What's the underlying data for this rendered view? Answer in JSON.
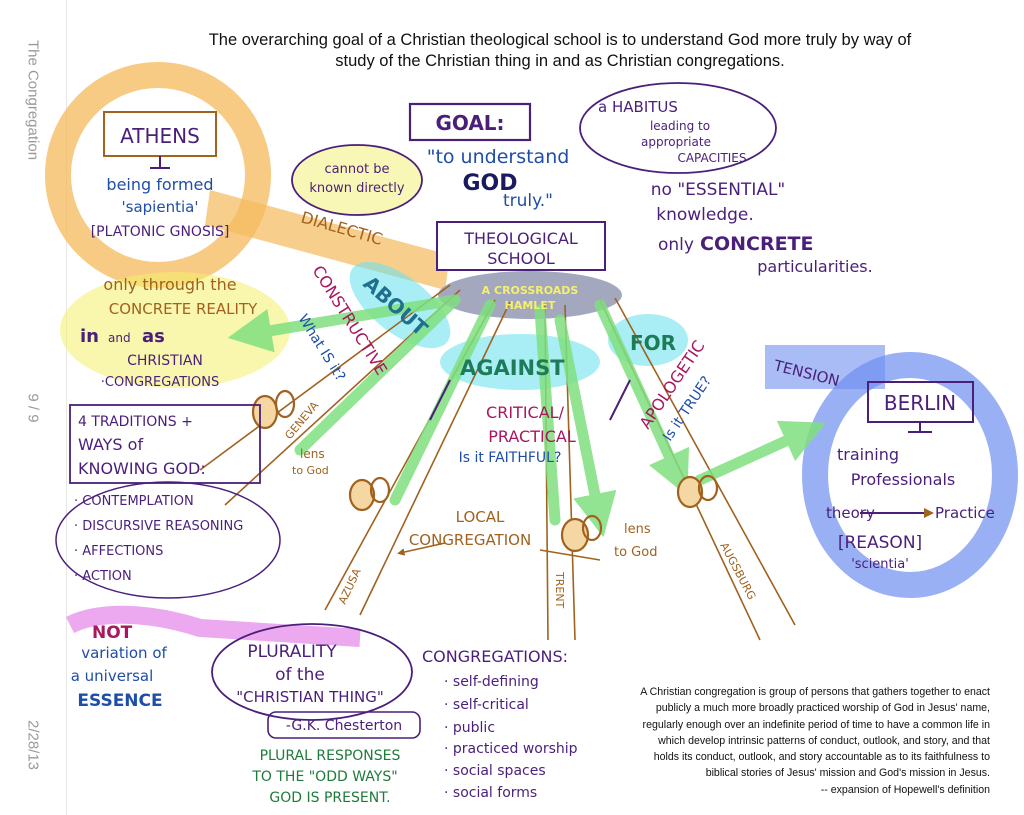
{
  "sidebar": {
    "title": "The Congregation",
    "page": "9 / 9",
    "date": "2/28/13"
  },
  "header": {
    "line1": "The overarching goal of a Christian theological school is to understand God more truly by way of",
    "line2": "study of the Christian thing in and as Christian congregations."
  },
  "colors": {
    "purple": "#4a1f7a",
    "orange": "#a0621e",
    "green": "#1e7b3a",
    "blue": "#1f4ea8",
    "magenta": "#a8175f",
    "orange_highlight": "#f5b95c",
    "yellow_highlight": "#f4f06b",
    "green_arrow": "#7fe07f",
    "blue_highlight": "#6f8ff0",
    "cyan_highlight": "#6fe2ef",
    "pink_highlight": "#e070e6"
  },
  "diagram": {
    "athens": {
      "label": "ATHENS",
      "line1": "being formed",
      "line2": "'sapientia'",
      "line3": "[PLATONIC GNOSIS]"
    },
    "berlin": {
      "label": "BERLIN",
      "line1": "training",
      "line2": "Professionals",
      "line3a": "theory",
      "line3b": "Practice",
      "line4": "[REASON]",
      "line5": "'scientia'"
    },
    "goal": {
      "label": "GOAL:",
      "line1": "\"to understand",
      "line2": "GOD",
      "line3": "truly.\""
    },
    "cloud_known": {
      "line1": "cannot be",
      "line2": "known directly"
    },
    "cloud_habitus": {
      "line1": "a HABITUS",
      "line2": "leading to",
      "line3": "appropriate",
      "line4": "CAPACITIES"
    },
    "essential": {
      "line1": "no \"ESSENTIAL\"",
      "line2": "knowledge.",
      "line3a": "only",
      "line3b": "CONCRETE",
      "line4": "particularities."
    },
    "school": {
      "line1": "THEOLOGICAL",
      "line2": "SCHOOL",
      "hamlet1": "A CROSSROADS",
      "hamlet2": "HAMLET"
    },
    "dialectic": "DIALECTIC",
    "tension": "TENSION",
    "concrete": {
      "line1": "only through the",
      "line2": "CONCRETE REALITY",
      "line3a": "in",
      "line3b": "and",
      "line3c": "as",
      "line4": "CHRISTIAN",
      "line5": "·CONGREGATIONS"
    },
    "about": "ABOUT",
    "against": "AGAINST",
    "for": "FOR",
    "constructive": "CONSTRUCTIVE",
    "what_is_it": "What IS it?",
    "critical1": "CRITICAL/",
    "critical2": "PRACTICAL",
    "faithful": "Is it FAITHFUL?",
    "apologetic": "APOLOGETIC",
    "true": "Is it TRUE?",
    "traditions": {
      "line1": "4 TRADITIONS +",
      "line2": "WAYS of",
      "line3": "KNOWING GOD:",
      "items": [
        "· CONTEMPLATION",
        "· DISCURSIVE REASONING",
        "· AFFECTIONS",
        "· ACTION"
      ]
    },
    "local1": "LOCAL",
    "local2": "CONGREGATION",
    "lens_left1": "lens",
    "lens_left2": "to God",
    "lens_right1": "lens",
    "lens_right2": "to God",
    "road_geneva": "GENEVA",
    "road_azusa": "AZUSA",
    "road_trent": "TRENT",
    "road_augsburg": "AUGSBURG",
    "not": "NOT",
    "variation1": "variation of",
    "variation2": "a universal",
    "variation3": "ESSENCE",
    "plurality1": "PLURALITY",
    "plurality2": "of the",
    "plurality3": "\"CHRISTIAN THING\"",
    "chesterton": "-G.K. Chesterton",
    "plural1": "PLURAL RESPONSES",
    "plural2": "TO THE \"ODD WAYS\"",
    "plural3": "GOD IS PRESENT.",
    "congregations_title": "CONGREGATIONS:",
    "congregations_items": [
      "· self-defining",
      "· self-critical",
      "· public",
      "· practiced worship",
      "· social spaces",
      "· social forms"
    ]
  },
  "footer": {
    "line1": "A Christian congregation is  group of persons that gathers together to enact",
    "line2": "publicly a much more broadly practiced worship of God in Jesus' name,",
    "line3": "regularly enough over an indefinite period of time to have a common life in",
    "line4": "which develop intrinsic patterns of conduct, outlook, and story, and that",
    "line5": "holds its conduct, outlook, and story accountable as to its faithfulness to",
    "line6": "biblical stories of Jesus' mission and God's mission in Jesus.",
    "line7": "-- expansion of Hopewell's definition"
  }
}
